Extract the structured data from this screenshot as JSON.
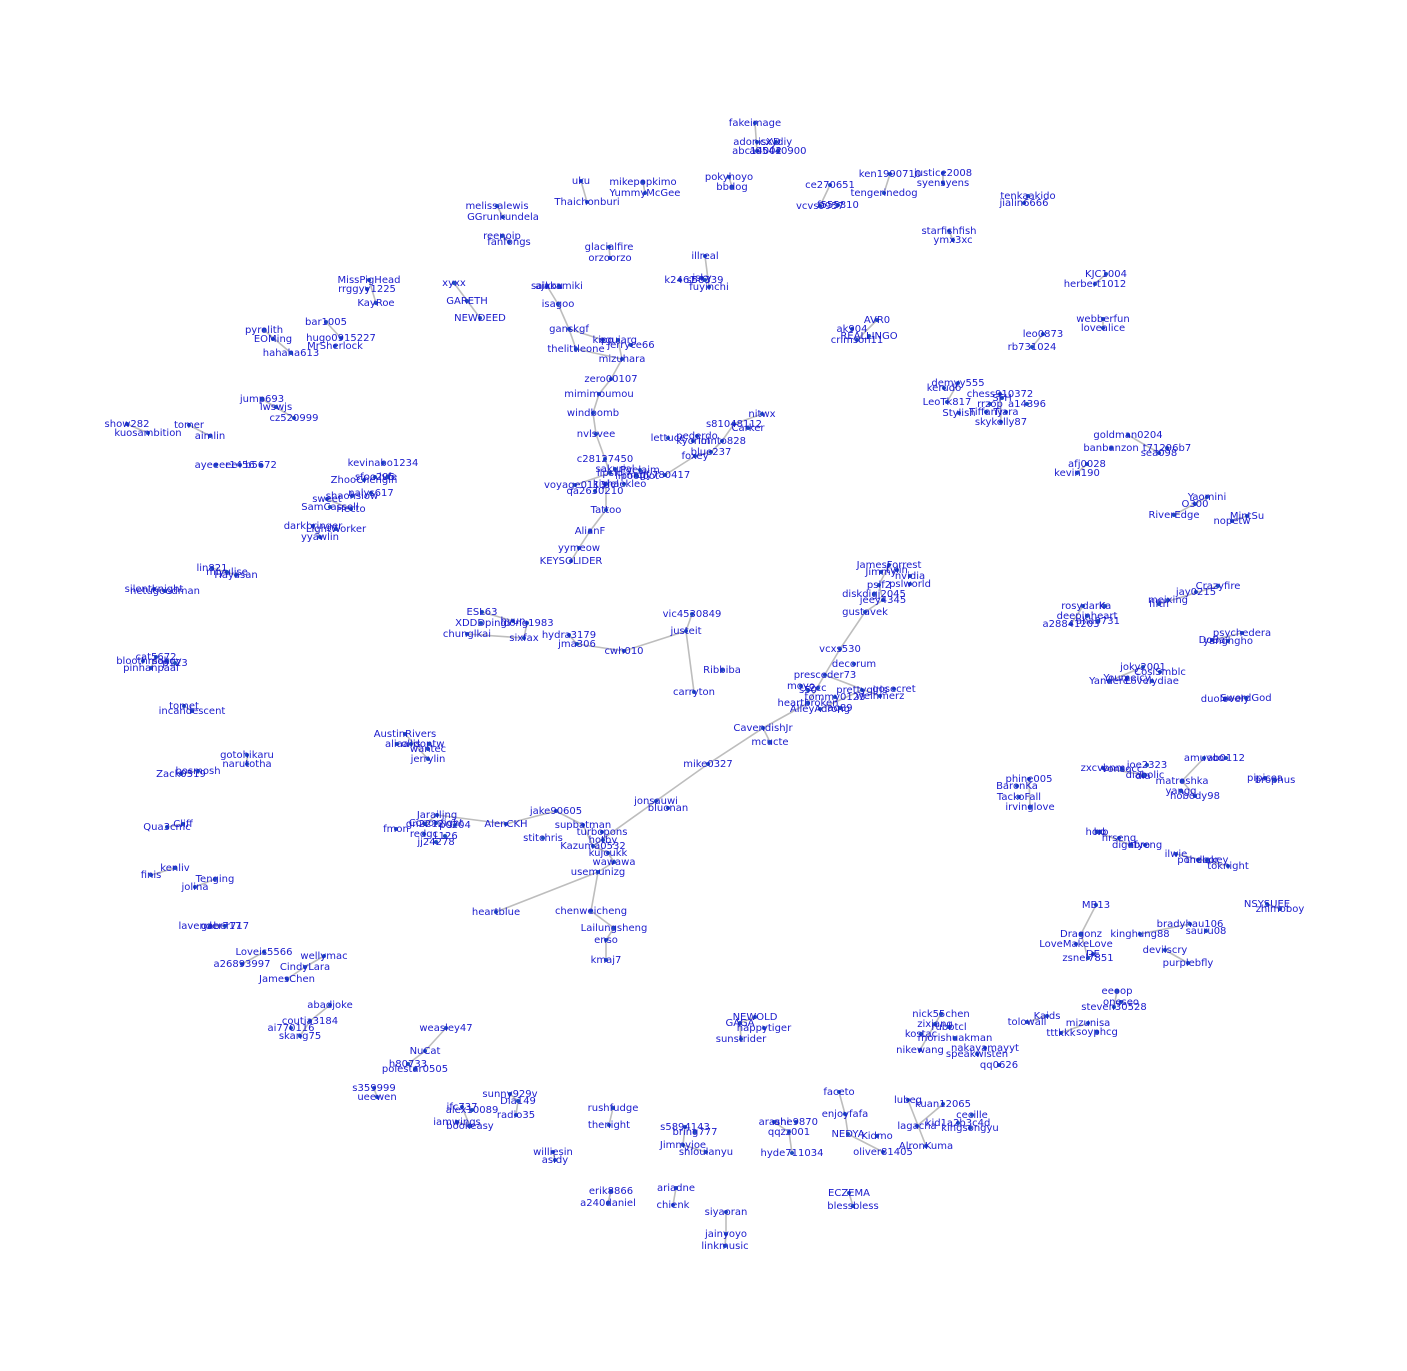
{
  "nodes": [
    "fakeimage",
    "adonisXD",
    "cxydiy",
    "abc14002",
    "a95440900",
    "uku",
    "mikepopkimo",
    "YummyMcGee",
    "Thaichonburi",
    "pokyhoyo",
    "bbdog",
    "ce270651",
    "vcvs9957",
    "f555810",
    "ken1990710",
    "justice2008",
    "tengerinedog",
    "syensyens",
    "melissalewis",
    "GGrunkundela",
    "tenkaakido",
    "jialin6666",
    "reenoip",
    "fanfongs",
    "glacialfire",
    "orzoorzo",
    "illreal",
    "starfishfish",
    "ymx3xc",
    "k2461",
    "isky",
    "s58339",
    "fuyinchi",
    "MissPigHead",
    "rrggyy1225",
    "xyxx",
    "saikou",
    "ajakamiki",
    "KJC1004",
    "herbert1012",
    "GARETH",
    "KayRoe",
    "isagoo",
    "NEWDEED",
    "webberfun",
    "lovealice",
    "bar1005",
    "ganskgf",
    "pyrolith",
    "EOMing",
    "hugo0915227",
    "MrSherlock",
    "kipo",
    "eguiarg",
    "jerryce66",
    "thelittleone",
    "AVR0",
    "ak904",
    "REALLINGO",
    "crimson11",
    "leo0873",
    "rb731024",
    "hahaha613",
    "mizuhara",
    "zero00107",
    "demyy555",
    "chess910372",
    "kerudo",
    "LeoTk817",
    "rrzop",
    "SFH",
    "a14396",
    "mimimoumou",
    "Stylish",
    "Tiffany",
    "Tiara",
    "skykelly87",
    "jump693",
    "lwswjs",
    "cz520999",
    "windbomb",
    "nitwx",
    "show282",
    "tomer",
    "kuosambition",
    "aimlin",
    "s81048112",
    "Carker",
    "pederdo",
    "lettuce",
    "kyoriol",
    "lmnto828",
    "nvlsvee",
    "goldman0204",
    "blue237",
    "foxey",
    "banbanzon",
    "t71296b7",
    "sea098",
    "c28127450",
    "ayeeeee",
    "r1456",
    "b5672",
    "kevinabo1234",
    "sakurial",
    "Pyelaim",
    "afj0028",
    "kevin190",
    "ZhooChengin",
    "rmqff",
    "gy780417",
    "lipsid",
    "lipoofoot",
    "kiyiel",
    "shaekleo",
    "voyage0113",
    "qa2630210",
    "sfoo295",
    "lvfe",
    "shaohsiow",
    "nalys617",
    "sweet",
    "SamCassell",
    "Hecto",
    "Yaomini",
    "O300",
    "MintSu",
    "RiverEdge",
    "nopetw",
    "Tattoo",
    "darkbringer",
    "LightWorker",
    "yyawlin",
    "AlianF",
    "yymeow",
    "KEYSOLIDER",
    "JamesForrest",
    "tvlin",
    "Jimmy",
    "nvidia",
    "pslf2",
    "pslworld",
    "diskdigj2045",
    "jeey4345",
    "gustavek",
    "Crazyfire",
    "jay0215",
    "meixing",
    "fifth",
    "rosydark",
    "Ka",
    "deepinheart",
    "a28841203",
    "aha0731",
    "lin821",
    "miyulise",
    "Hayasan",
    "vic4530849",
    "ESL63",
    "XDDDping",
    "hyun",
    "loong1983",
    "justeit",
    "silentknight",
    "netugoodman",
    "chunglkai",
    "hydra3179",
    "sixfax",
    "jma306",
    "DoBa",
    "psychedera",
    "yanghgho",
    "cat5672",
    "cwh010",
    "bloothmoo",
    "sakqy",
    "p123",
    "pinhanpaal",
    "vcxs530",
    "decorum",
    "joky2001",
    "Youmeicy",
    "CosiSmblc",
    "Yandere",
    "Lovelydiae",
    "carryton",
    "Ribbiba",
    "presceder73",
    "moyo",
    "s50",
    "heartbroken",
    "AlleyAdrong",
    "tommy0123",
    "2cc",
    "prettygirls",
    "gosecret",
    "weihmerz",
    "aq89",
    "duolovely",
    "SwordGod",
    "tomet",
    "incandescent",
    "CavendishJr",
    "mcucte",
    "AustinRivers",
    "aliaa",
    "ollis",
    "dontw",
    "wantec",
    "jerrylin",
    "gotohikaru",
    "narutotha",
    "mike0327",
    "zxcvbnm",
    "vonsocc",
    "joe2323",
    "ab0112",
    "dia",
    "diabolic",
    "amuvoo",
    "pipicea",
    "brophus",
    "Zack0519",
    "bosmosh",
    "phine005",
    "BaronKa",
    "matroshka",
    "yangg",
    "hobody98",
    "Jarailing",
    "jake90605",
    "TackoFall",
    "irvinglove",
    "jonsauwi",
    "bluonan",
    "Qua3cmc",
    "Cliff",
    "fmon",
    "gn2212",
    "Coeonfight",
    "p0204",
    "supbatman",
    "AlenCKH",
    "turbopons",
    "redgc",
    "1126",
    "stitchris",
    "hotby",
    "jj24278",
    "Kazuma0532",
    "ho",
    "horb",
    "kenliv",
    "finis",
    "Tenging",
    "jolina",
    "kujoukk",
    "wawawa",
    "usemunizg",
    "hrseng",
    "digebro",
    "hfyeng",
    "ilwie",
    "pondeor",
    "thelakey",
    "toknight",
    "NSYSUEE",
    "zhimoboy",
    "Dragonz",
    "MB13",
    "kinghung88",
    "bradyhau106",
    "sauru08",
    "lavender717",
    "gaber717",
    "heartblue",
    "LoveMakeLove",
    "DE",
    "zsnel7851",
    "Loveis5566",
    "wellymac",
    "a26893997",
    "CindyLara",
    "JamesChen",
    "devilscry",
    "purplebfly",
    "eeoop",
    "oneseo",
    "steven30528",
    "abadjoke",
    "coutia3184",
    "ai770116",
    "skang75",
    "weasley47",
    "NEWOLD",
    "GAGA",
    "happytiger",
    "sunstrider",
    "nick55chen",
    "zixiang",
    "rubbtcl",
    "Kaids",
    "mizunisa",
    "tolowall",
    "kostac",
    "morishuakman",
    "nakayamayyt",
    "soyphcg",
    "tttkkk",
    "nikewang",
    "speakwisten",
    "qq0626",
    "NuCat",
    "h80733",
    "polestar0505",
    "s359999",
    "ueewen",
    "sunny929v",
    "Dia149",
    "faceto",
    "lubeg",
    "kuan12065",
    "ifc737",
    "alex10089",
    "radio35",
    "rushfudge",
    "enjoyfafa",
    "cecille",
    "iamwings",
    "bookeasy",
    "thenight",
    "s5894143",
    "bring777",
    "arashi",
    "qqzz001",
    "ahe9870",
    "lagacha",
    "kid1a2b3c4d",
    "kingsongyu",
    "Jimmyjoe",
    "shioulanyu",
    "NEDYA",
    "Kidmo",
    "AlronKuma",
    "williesin",
    "asidy",
    "hyde711034",
    "oliver81405",
    "erik8866",
    "a240daniel",
    "ariadne",
    "chienk",
    "ECZEMA",
    "blessbless",
    "siyaoran",
    "jainyoyo",
    "linkmusic"
  ]
}
